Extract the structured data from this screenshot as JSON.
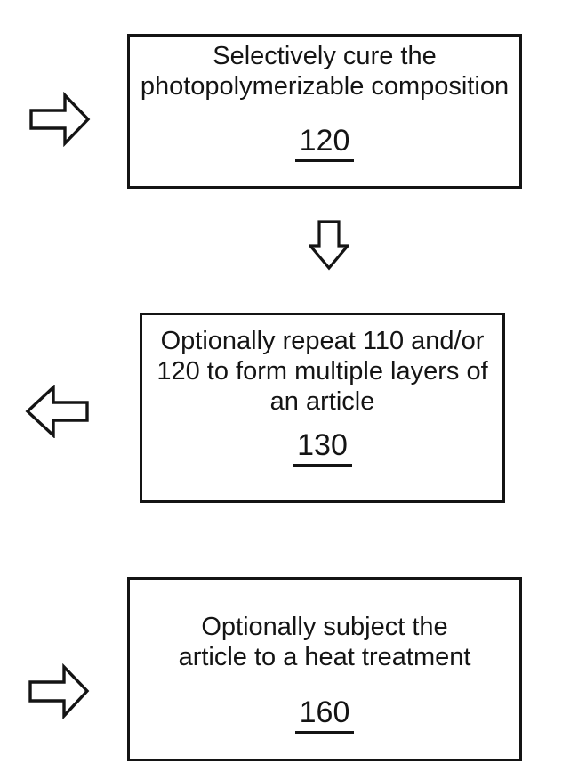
{
  "figure": {
    "background_color": "#ffffff",
    "line_color": "#141414",
    "steps": [
      {
        "name": "selectively-cure",
        "lines": [
          "Selectively cure the",
          "photopolymerizable composition"
        ],
        "ref": "120",
        "side_arrow_icon": "right-block-arrow"
      },
      {
        "name": "optionally-repeat",
        "lines": [
          "Optionally repeat 110 and/or",
          "120 to form multiple layers of",
          "an article"
        ],
        "ref": "130",
        "side_arrow_icon": "left-block-arrow"
      },
      {
        "name": "heat-treatment",
        "lines": [
          "Optionally subject the",
          "article to a heat treatment"
        ],
        "ref": "160",
        "side_arrow_icon": "right-block-arrow"
      }
    ],
    "connector": {
      "icon": "down-block-arrow",
      "from_ref": "120",
      "to_ref": "130"
    }
  }
}
